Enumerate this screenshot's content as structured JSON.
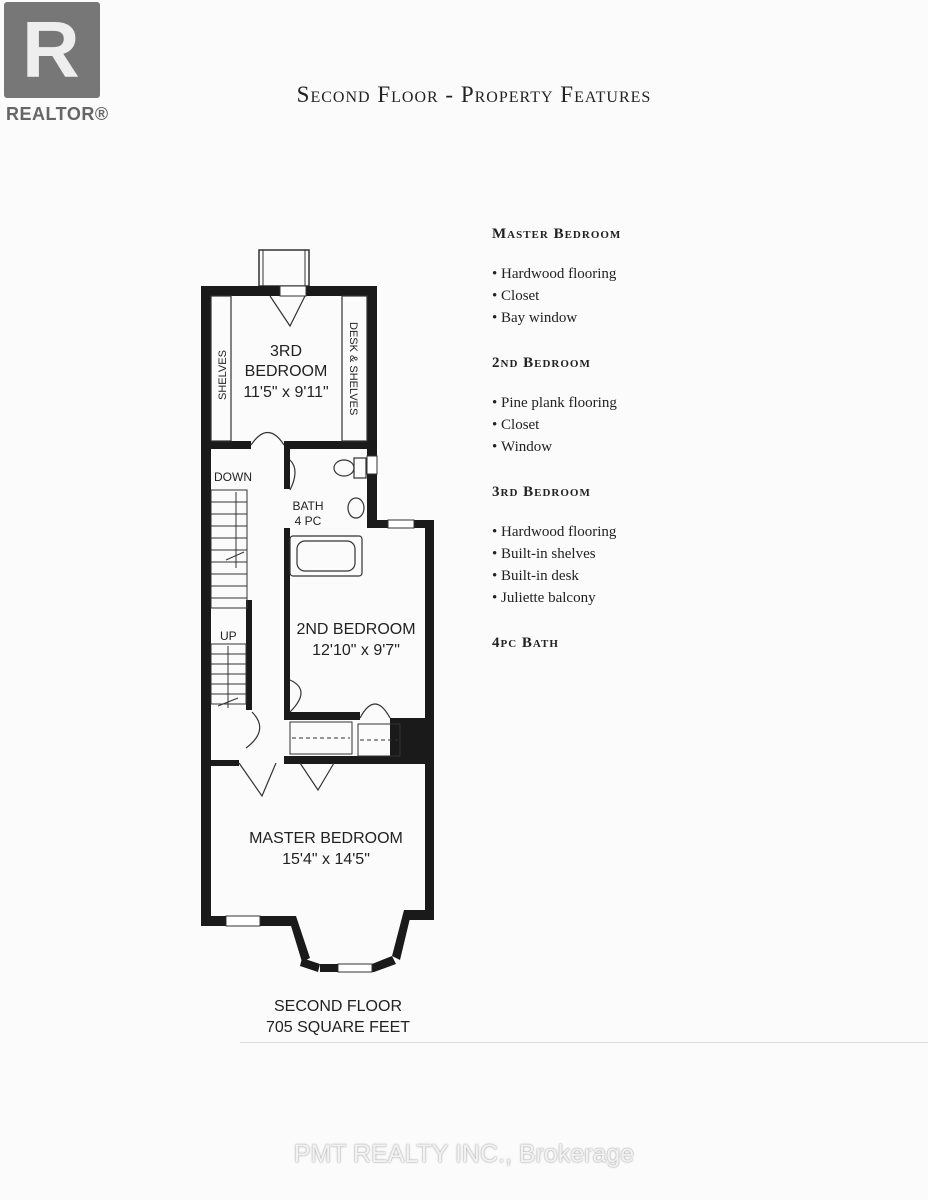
{
  "logo": {
    "mark": "R",
    "text": "REALTOR®"
  },
  "title": "Second Floor - Property Features",
  "features": [
    {
      "heading": "Master Bedroom",
      "items": [
        "Hardwood flooring",
        "Closet",
        "Bay window"
      ]
    },
    {
      "heading": "2nd Bedroom",
      "items": [
        "Pine plank flooring",
        "Closet",
        "Window"
      ]
    },
    {
      "heading": "3rd Bedroom",
      "items": [
        "Hardwood flooring",
        "Built-in shelves",
        "Built-in desk",
        "Juliette balcony"
      ]
    },
    {
      "heading": "4pc Bath",
      "items": []
    }
  ],
  "plan": {
    "third_bedroom": {
      "name": "3RD",
      "name2": "BEDROOM",
      "size": "11'5\" x 9'11\""
    },
    "shelves_label": "SHELVES",
    "desk_label": "DESK & SHELVES",
    "bath": {
      "name": "BATH",
      "type": "4 PC"
    },
    "stairs_down": "DOWN",
    "stairs_up": "UP",
    "second_bedroom": {
      "name": "2ND BEDROOM",
      "size": "12'10\" x 9'7\""
    },
    "master_bedroom": {
      "name": "MASTER BEDROOM",
      "size": "15'4\" x 14'5\""
    }
  },
  "caption": {
    "line1": "SECOND FLOOR",
    "line2": "705 SQUARE FEET"
  },
  "watermark": "PMT REALTY INC., Brokerage"
}
